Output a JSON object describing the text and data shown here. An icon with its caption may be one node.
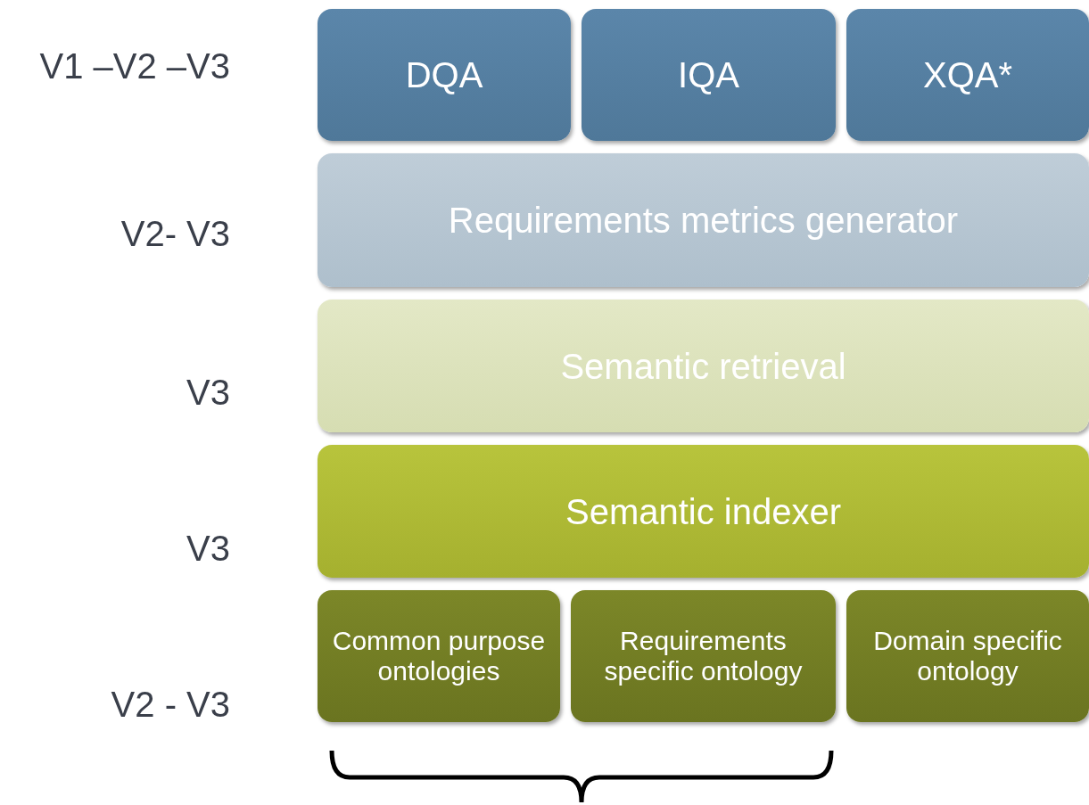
{
  "diagram": {
    "nodes": [
      {
        "text": [
          "DQA"
        ]
      },
      {
        "text": [
          "IQA"
        ]
      },
      {
        "text": [
          "XQA*"
        ]
      },
      {
        "text": [
          "Requirements metrics generator"
        ]
      },
      {
        "text": [
          "Semantic retrieval"
        ]
      },
      {
        "text": [
          "Semantic indexer"
        ]
      },
      {
        "text": [
          "Common purpose ontologies"
        ]
      },
      {
        "text": [
          "Requirements specific ontology"
        ]
      },
      {
        "text": [
          "Domain specific ontology"
        ]
      }
    ],
    "labels": [
      "V1 –V2 –V3",
      "V2- V3",
      "V3",
      "V3",
      "V2 - V3"
    ]
  }
}
